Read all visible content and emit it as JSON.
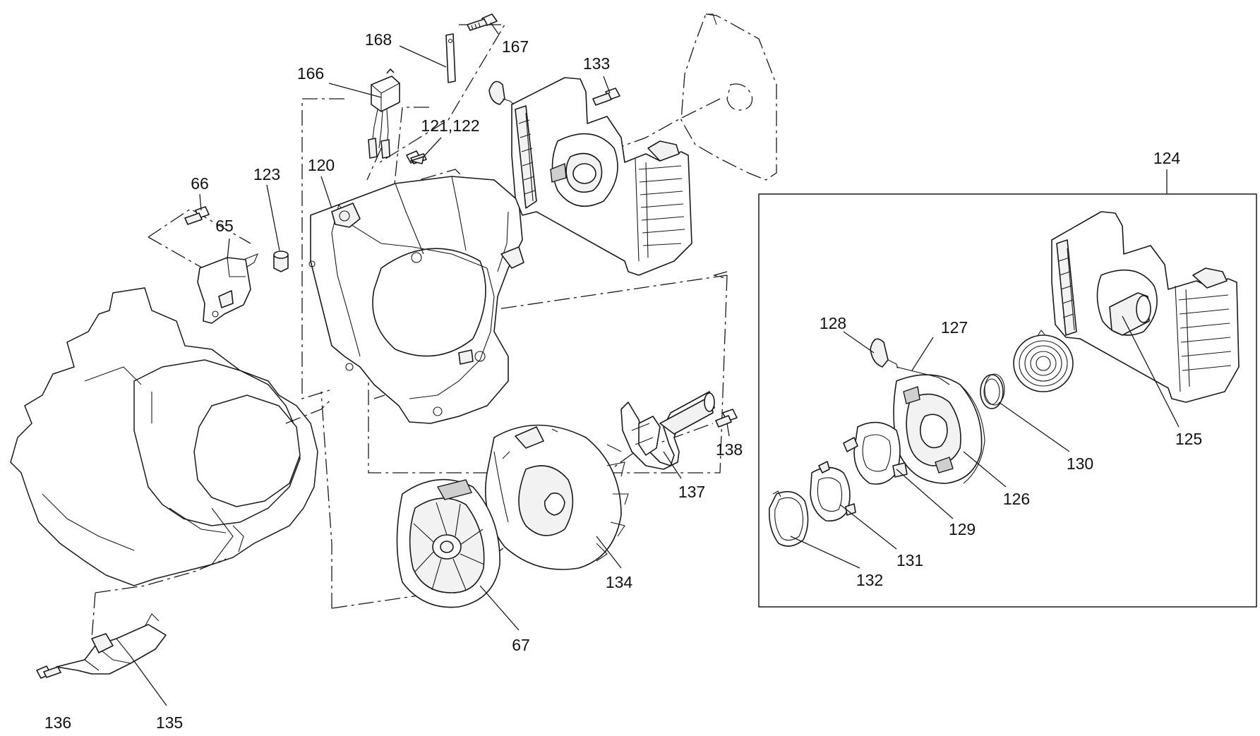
{
  "part_labels": [
    {
      "id": "168",
      "text": "168"
    },
    {
      "id": "167",
      "text": "167"
    },
    {
      "id": "166",
      "text": "166"
    },
    {
      "id": "133",
      "text": "133"
    },
    {
      "id": "121_122",
      "text": "121,122"
    },
    {
      "id": "124",
      "text": "124"
    },
    {
      "id": "66",
      "text": "66"
    },
    {
      "id": "123",
      "text": "123"
    },
    {
      "id": "120",
      "text": "120"
    },
    {
      "id": "65",
      "text": "65"
    },
    {
      "id": "128",
      "text": "128"
    },
    {
      "id": "127",
      "text": "127"
    },
    {
      "id": "125",
      "text": "125"
    },
    {
      "id": "138",
      "text": "138"
    },
    {
      "id": "130",
      "text": "130"
    },
    {
      "id": "137",
      "text": "137"
    },
    {
      "id": "126",
      "text": "126"
    },
    {
      "id": "129",
      "text": "129"
    },
    {
      "id": "131",
      "text": "131"
    },
    {
      "id": "134",
      "text": "134"
    },
    {
      "id": "132",
      "text": "132"
    },
    {
      "id": "67",
      "text": "67"
    },
    {
      "id": "136",
      "text": "136"
    },
    {
      "id": "135",
      "text": "135"
    }
  ],
  "colors": {
    "line": "#1a1a1a",
    "background": "#ffffff"
  }
}
